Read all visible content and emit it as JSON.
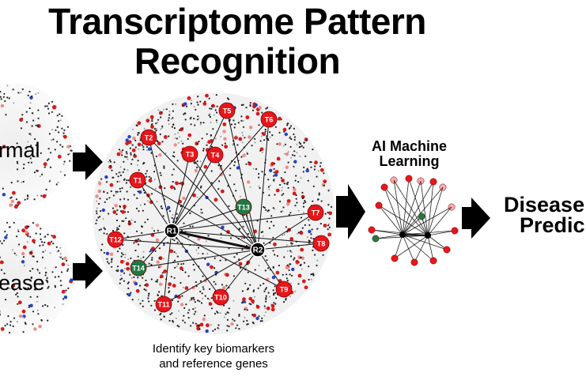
{
  "title": {
    "line1": "Transcriptome Pattern",
    "line2": "Recognition"
  },
  "inputs": {
    "normal_label": "rmal",
    "disease_label": "ease"
  },
  "network": {
    "reference_nodes": [
      "R1",
      "R2"
    ],
    "target_nodes": [
      "T1",
      "T2",
      "T3",
      "T4",
      "T5",
      "T6",
      "T7",
      "T8",
      "T9",
      "T10",
      "T11",
      "T12",
      "T13",
      "T14"
    ],
    "green_nodes": [
      "T13",
      "T14"
    ],
    "caption_line1": "Identify key biomarkers",
    "caption_line2": "and reference genes"
  },
  "ai": {
    "title_line1": "AI Machine",
    "title_line2": "Learning"
  },
  "output": {
    "line1": "Disease",
    "line2": "Predic"
  },
  "colors": {
    "red_node": "#e8161b",
    "green_node": "#1f7a44",
    "ref_node": "#000000",
    "dot_red": "#d61a1a",
    "dot_blue": "#2342c8"
  }
}
